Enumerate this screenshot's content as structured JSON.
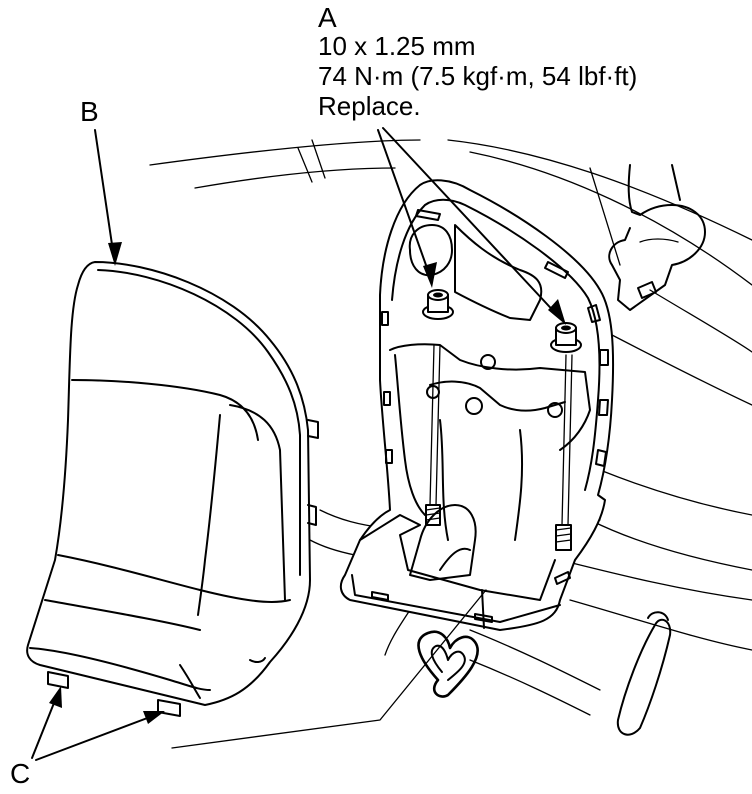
{
  "callouts": {
    "a": {
      "letter": "A",
      "spec_lines": [
        "10 x 1.25 mm",
        "74 N·m (7.5 kgf·m, 54 lbf·ft)",
        "Replace."
      ]
    },
    "b": {
      "letter": "B"
    },
    "c": {
      "letter": "C"
    }
  },
  "colors": {
    "line": "#000000",
    "background": "#ffffff"
  }
}
